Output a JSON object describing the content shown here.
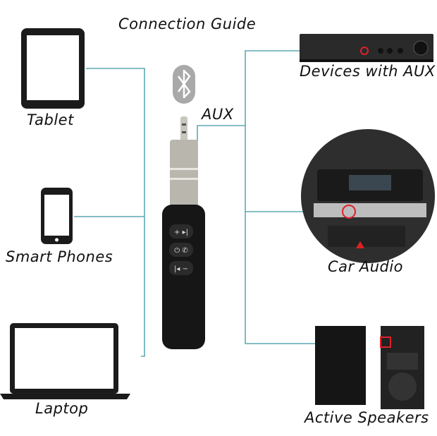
{
  "title": "Connection Guide",
  "aux_label": "AUX",
  "sources": [
    {
      "label": "Tablet",
      "icon": "tablet-icon"
    },
    {
      "label": "Smart Phones",
      "icon": "smartphone-icon"
    },
    {
      "label": "Laptop",
      "icon": "laptop-icon"
    }
  ],
  "targets": [
    {
      "label": "Devices with AUX",
      "icon": "amplifier-icon"
    },
    {
      "label": "Car Audio",
      "icon": "car-stereo-icon"
    },
    {
      "label": "Active Speakers",
      "icon": "speakers-icon"
    }
  ],
  "colors": {
    "line": "#5fa9b2",
    "device_body": "#1a1a1a",
    "jack": "#b9b6ae",
    "highlight": "#e0202a"
  }
}
